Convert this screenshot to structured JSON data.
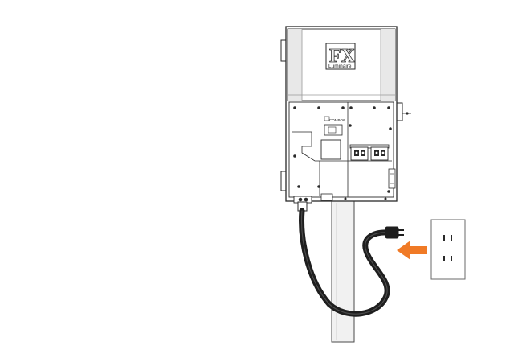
{
  "transformer": {
    "logo_text": "FX",
    "logo_subtext": "Luminaire",
    "panel_label": "COMBO6"
  },
  "arrow": {
    "color": "#f07a26"
  },
  "colors": {
    "outline": "#2a2a2a",
    "housing_fill": "#ffffff",
    "housing_shade": "#e9e9e9",
    "cord": "#1e1e1e"
  }
}
